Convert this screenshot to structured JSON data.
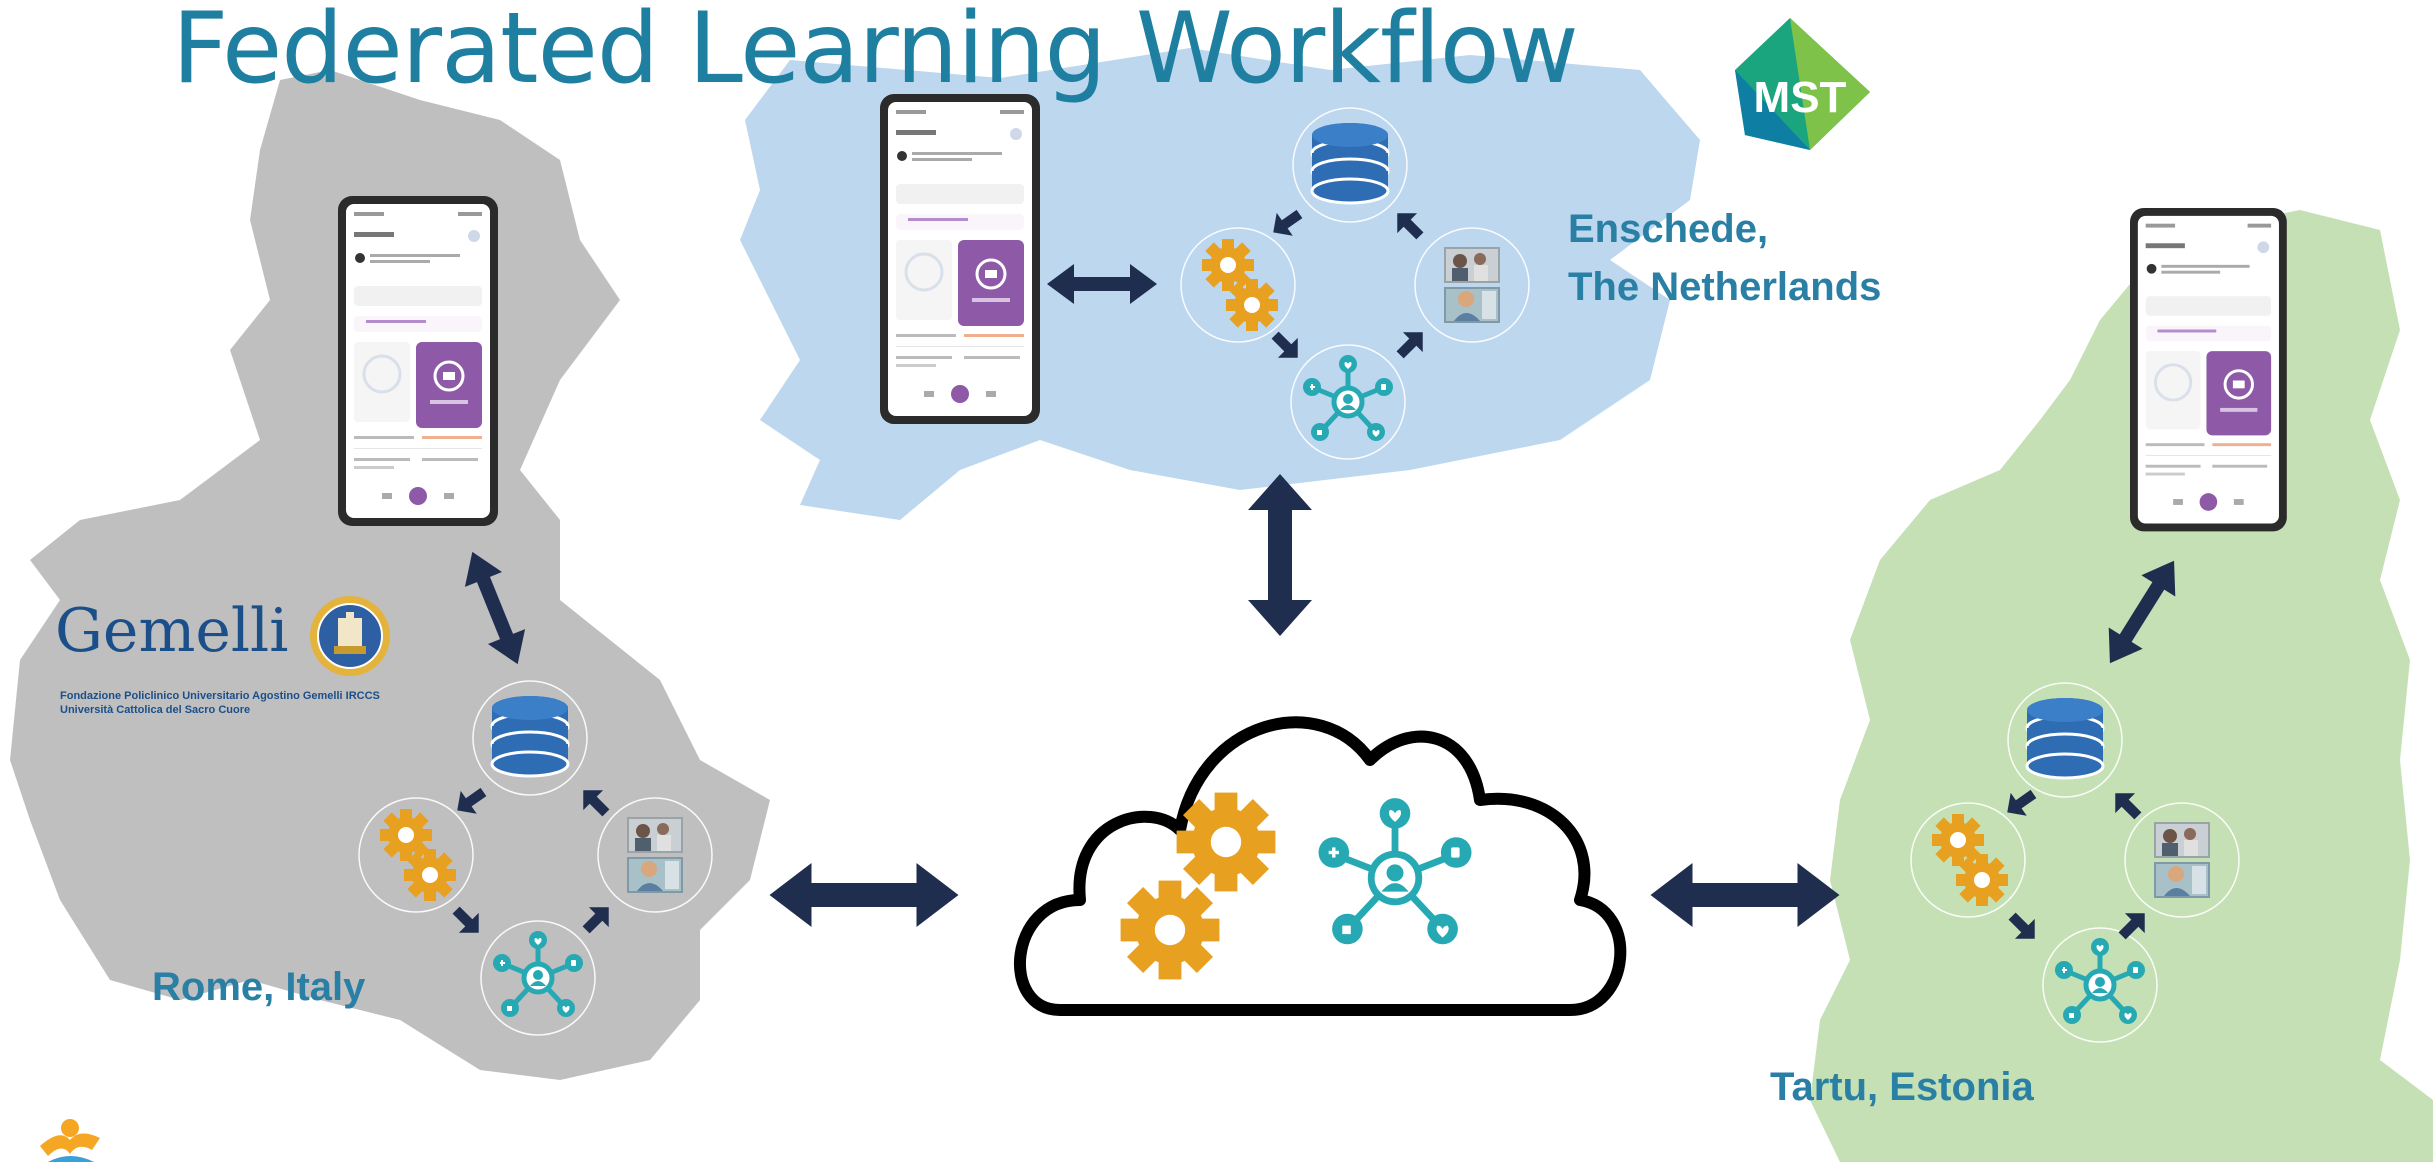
{
  "title": "Federated Learning Workflow",
  "sites": {
    "netherlands": {
      "label_line1": "Enschede,",
      "label_line2": "The Netherlands",
      "region_color": "#bcd7ee"
    },
    "italy": {
      "label": "Rome, Italy",
      "region_color": "#bfbfbf"
    },
    "estonia": {
      "label": "Tartu, Estonia",
      "region_color": "#c5e0b4"
    }
  },
  "logos": {
    "mst": {
      "text": "MST"
    },
    "gemelli": {
      "name": "Gemelli",
      "subtitle_line1": "Fondazione Policlinico Universitario Agostino Gemelli IRCCS",
      "subtitle_line2": "Università Cattolica del Sacro Cuore"
    }
  },
  "colors": {
    "title": "#1f7fa0",
    "label": "#2a7fa5",
    "arrow": "#1f2d4f",
    "database": "#2e6db4",
    "gear": "#e8a020",
    "network": "#27a9b4",
    "cloud_outline": "#000000",
    "phone_purple": "#8e5aa8"
  },
  "icons": [
    "database-icon",
    "gears-icon",
    "photos-icon",
    "network-icon",
    "phone-icon",
    "cloud-icon",
    "double-arrow-icon"
  ]
}
